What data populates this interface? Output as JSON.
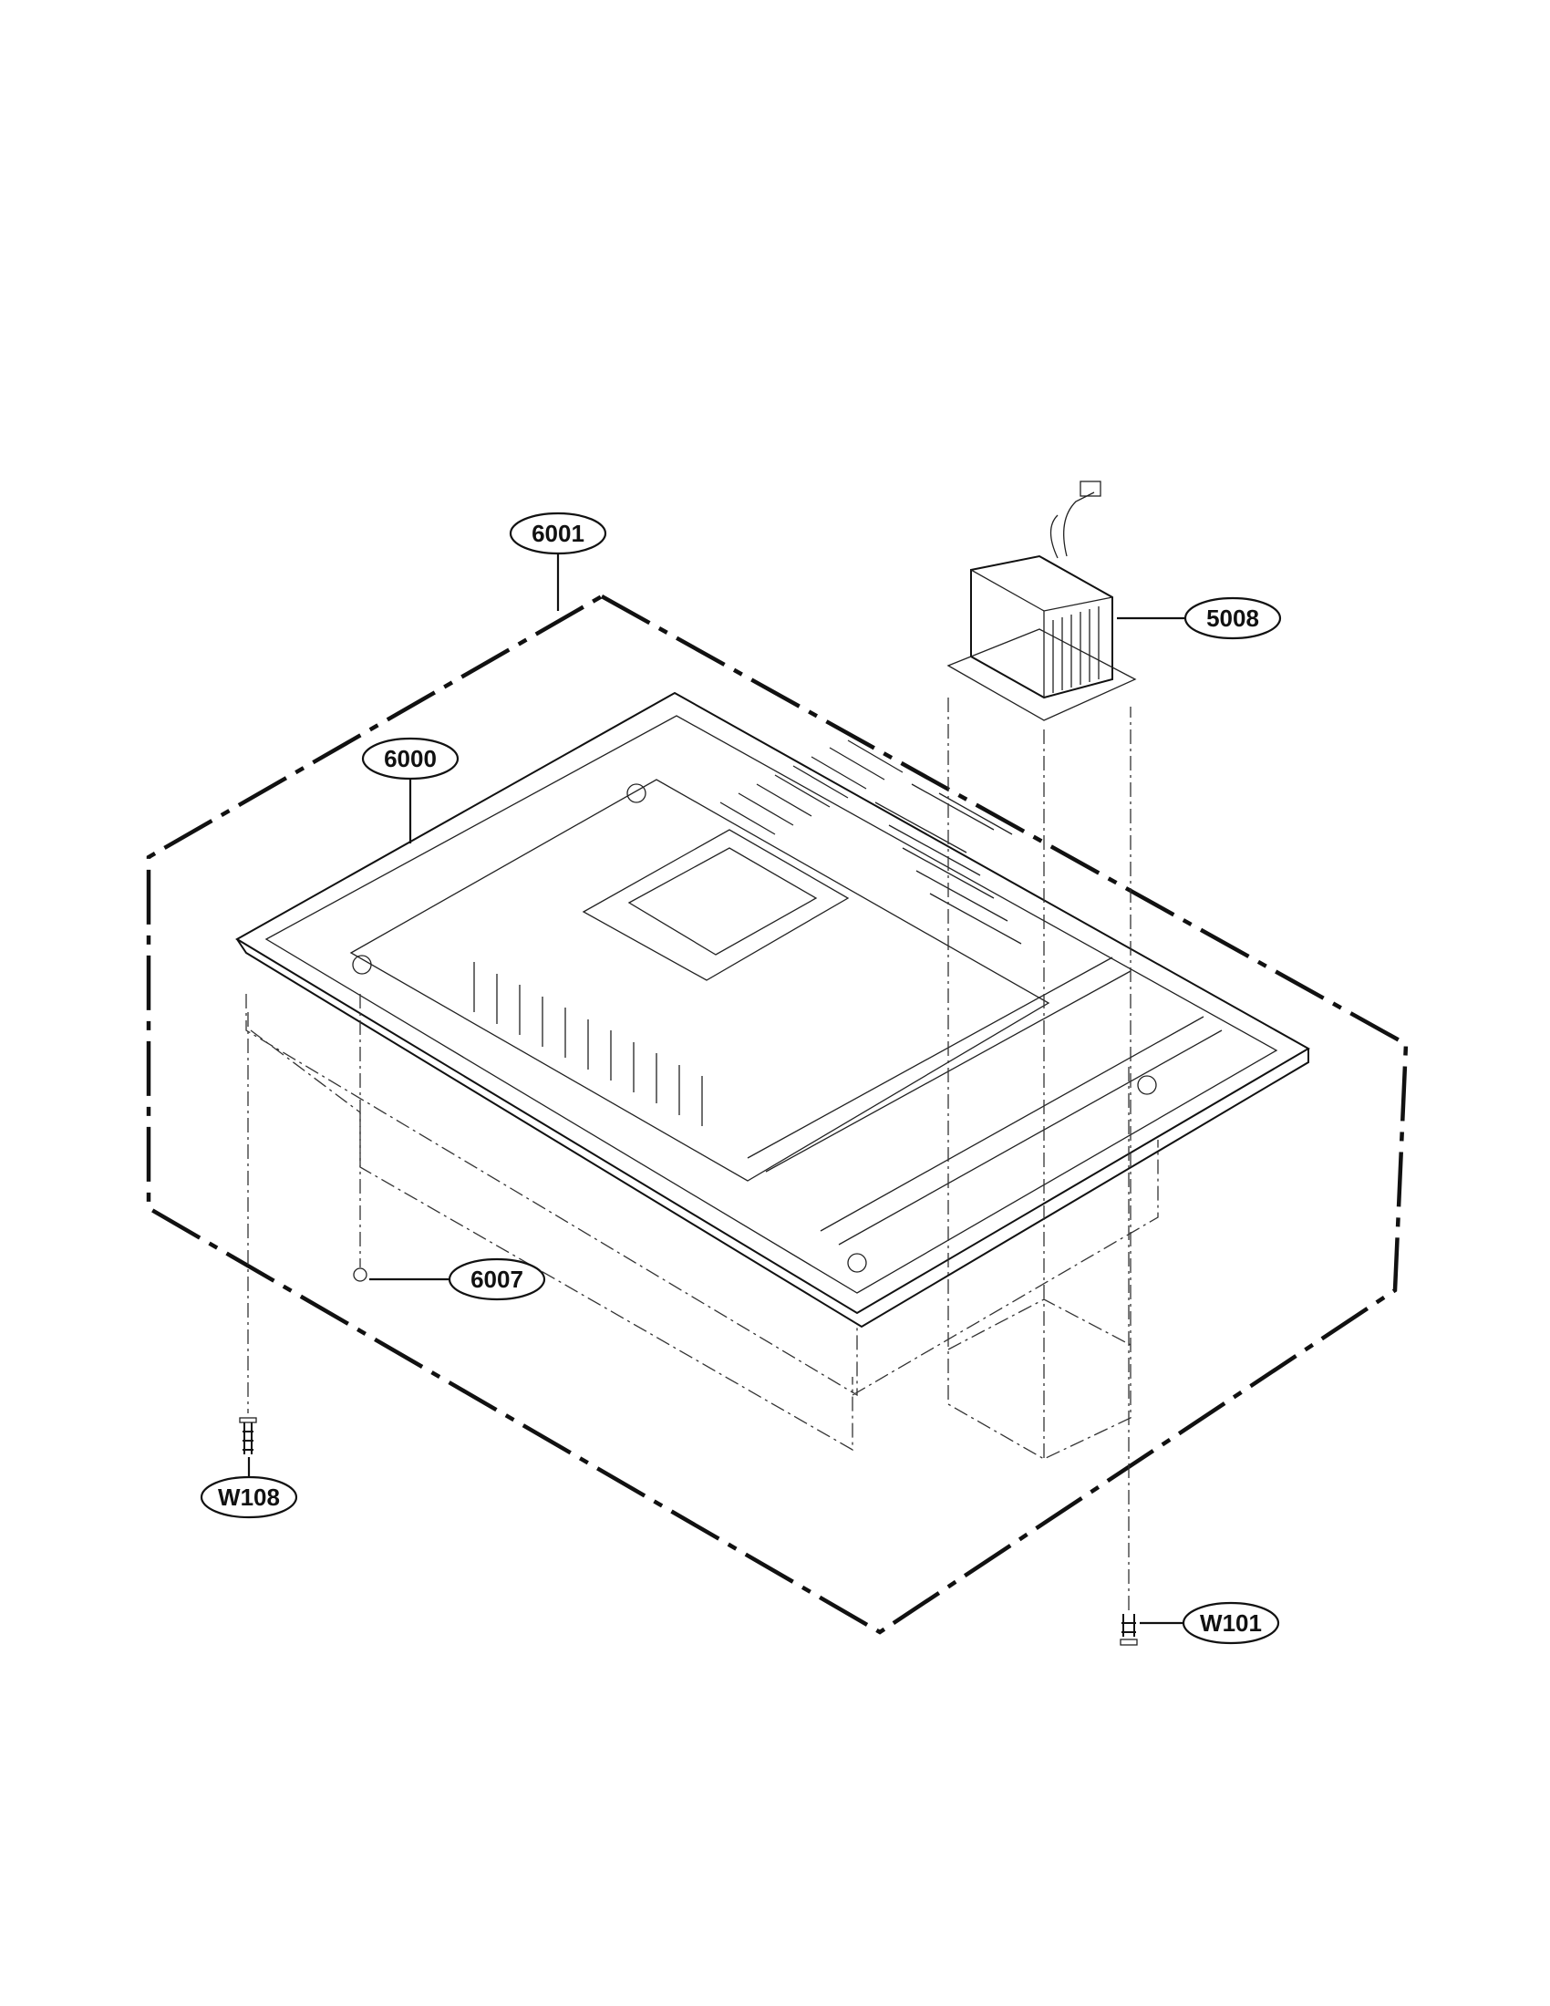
{
  "callouts": {
    "c6001": "6001",
    "c6000": "6000",
    "c5008": "5008",
    "c6007": "6007",
    "cW108": "W108",
    "cW101": "W101"
  }
}
